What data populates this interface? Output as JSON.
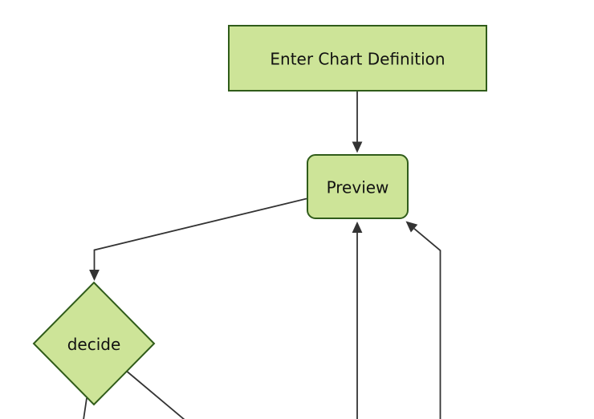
{
  "diagram": {
    "type": "flowchart",
    "orientation": "top-down",
    "style": {
      "background": "#ffffff",
      "node_fill_color": "#cde498",
      "node_border_color": "#305c1a",
      "edge_color": "#333333",
      "arrowhead_color": "#333333",
      "label_color": "#111111"
    },
    "nodes": [
      {
        "id": "enter-chart-definition",
        "label": "Enter Chart Definition",
        "shape": "rectangle"
      },
      {
        "id": "preview",
        "label": "Preview",
        "shape": "rounded-rectangle"
      },
      {
        "id": "decide",
        "label": "decide",
        "shape": "diamond"
      }
    ],
    "edges": [
      {
        "from": "enter-chart-definition",
        "to": "preview",
        "arrowhead": true,
        "note": "straight vertical connector"
      },
      {
        "from": "preview",
        "to": "decide",
        "arrowhead": true,
        "note": "leaves left side of Preview, elbow bend above diamond, enters diamond top vertex"
      },
      {
        "from": "offscreen-bottom",
        "to": "preview",
        "arrowhead": true,
        "note": "vertical line from bottom edge of view into bottom-center of Preview"
      },
      {
        "from": "offscreen-bottom",
        "to": "preview",
        "arrowhead": true,
        "note": "vertical line from bottom edge with elbow bend, diagonal into bottom-right corner of Preview"
      },
      {
        "from": "decide",
        "to": "offscreen-bottom",
        "arrowhead": false,
        "note": "near-vertical line from lower-left edge of diamond, cut off at bottom of view"
      },
      {
        "from": "decide",
        "to": "offscreen-bottom",
        "arrowhead": false,
        "note": "diagonal line from lower-right edge of diamond, cut off at bottom of view"
      }
    ]
  }
}
